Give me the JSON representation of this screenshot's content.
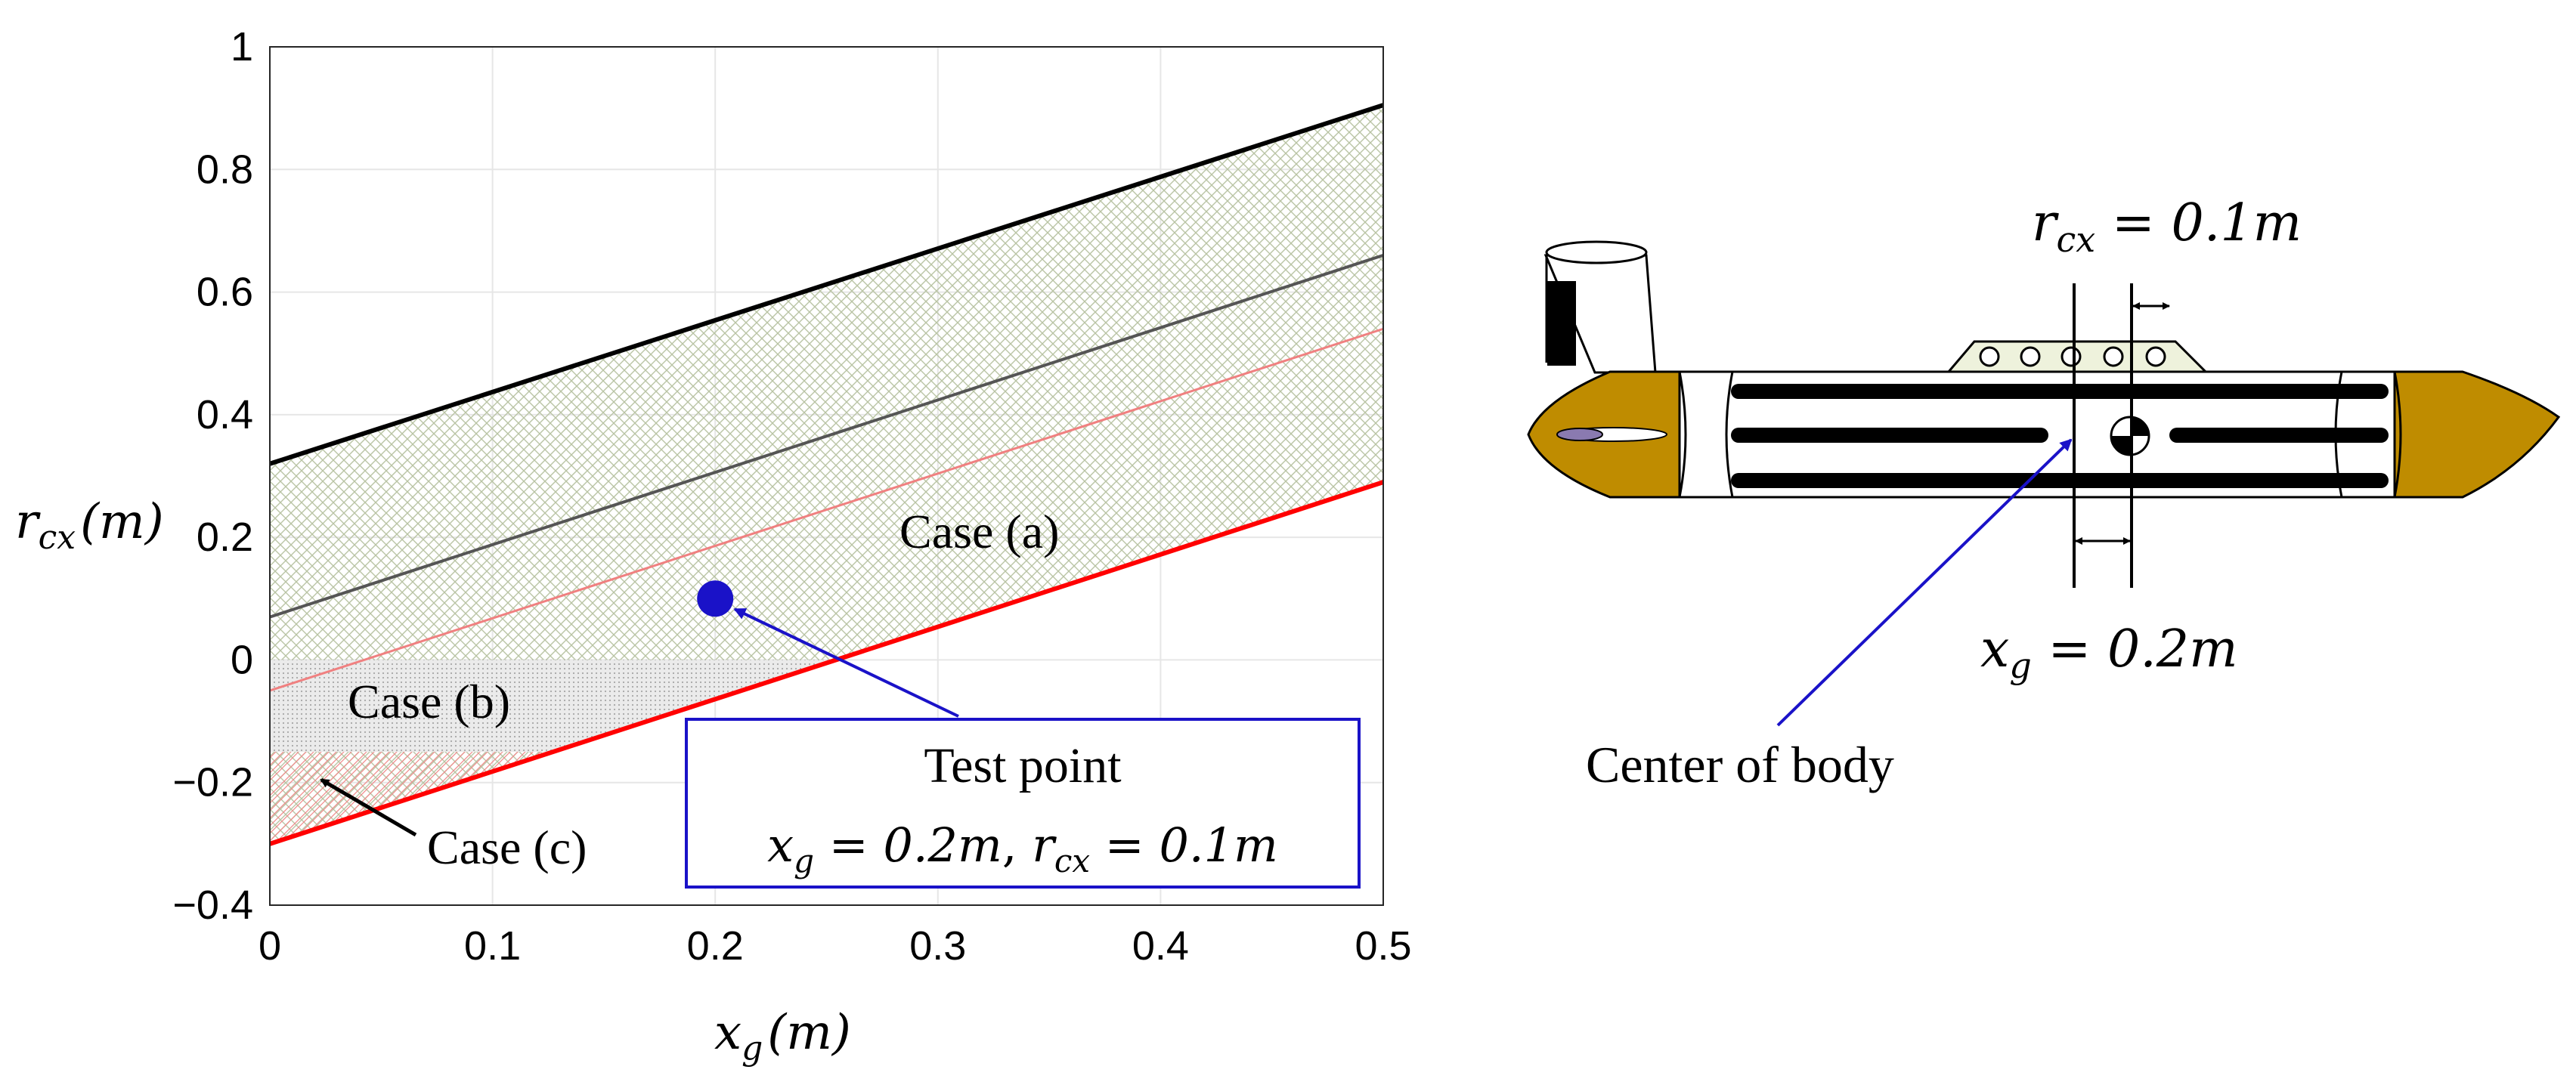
{
  "chart_data": {
    "type": "line",
    "xlim": [
      0,
      0.5
    ],
    "ylim": [
      -0.4,
      1
    ],
    "grid": true,
    "x_ticks": [
      "0",
      "0.1",
      "0.2",
      "0.3",
      "0.4",
      "0.5"
    ],
    "y_ticks": [
      "−0.4",
      "−0.2",
      "0",
      "0.2",
      "0.4",
      "0.6",
      "0.8",
      "1"
    ],
    "xlabel": {
      "var": "x",
      "sub": "g",
      "unit": "(m)"
    },
    "ylabel": {
      "var": "r",
      "sub": "cx",
      "unit": "(m)"
    },
    "series": [
      {
        "color": "#000000",
        "x": [
          0,
          0.5
        ],
        "y": [
          0.32,
          0.905
        ]
      },
      {
        "color": "#555555",
        "x": [
          0,
          0.5
        ],
        "y": [
          0.07,
          0.66
        ]
      },
      {
        "color": "#f08080",
        "x": [
          0,
          0.5
        ],
        "y": [
          -0.05,
          0.54
        ]
      },
      {
        "color": "#ff0000",
        "x": [
          0,
          0.5
        ],
        "y": [
          -0.3,
          0.29
        ]
      }
    ],
    "regions": [
      {
        "case": "a",
        "color": "#c9d3b8"
      },
      {
        "case": "b",
        "color": "#bdbdbd"
      },
      {
        "case": "c",
        "color": "#f2a0a0"
      }
    ],
    "test_point": {
      "x": 0.2,
      "y": 0.1,
      "color": "#1a12c8"
    },
    "annotations": {
      "case_a": "Case (a)",
      "case_b": "Case (b)",
      "case_c": "Case (c)",
      "test_point_title": "Test point",
      "test_point_math": {
        "xvar": "x",
        "xsub": "g",
        "xval": "0.2m",
        "rvar": "r",
        "rsub": "cx",
        "rval": "0.1m"
      },
      "box_color": "#1a12c8"
    }
  },
  "diagram": {
    "rcx_label": {
      "var": "r",
      "sub": "cx",
      "val": "0.1m"
    },
    "xg_label": {
      "var": "x",
      "sub": "g",
      "val": "0.2m"
    },
    "center_label": "Center of body",
    "hull_color": "#ffffff",
    "nose_color": "#bf8c00",
    "pointer_color": "#1a12c8"
  }
}
